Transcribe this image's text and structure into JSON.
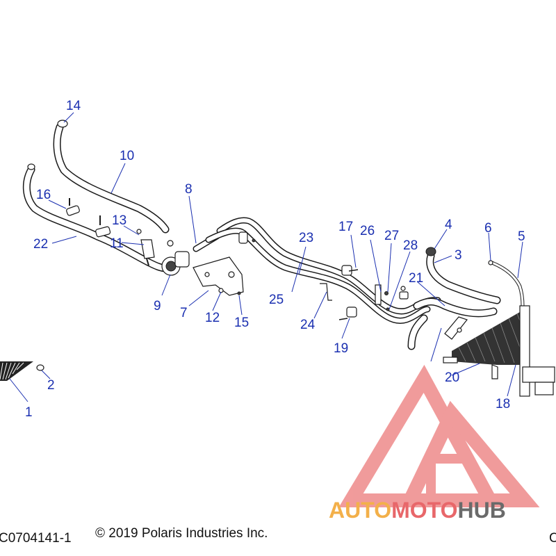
{
  "callouts": {
    "c1": "1",
    "c2": "2",
    "c3": "3",
    "c4": "4",
    "c5": "5",
    "c6": "6",
    "c7": "7",
    "c8": "8",
    "c9": "9",
    "c10": "10",
    "c11": "11",
    "c12": "12",
    "c13": "13",
    "c14": "14",
    "c15": "15",
    "c16": "16",
    "c17": "17",
    "c18": "18",
    "c19": "19",
    "c20": "20",
    "c21": "21",
    "c22": "22",
    "c23": "23",
    "c24": "24",
    "c25": "25",
    "c26": "26",
    "c27": "27",
    "c28": "28"
  },
  "footer": {
    "code": "C0704141-1",
    "copyright": "© 2019 Polaris Industries Inc.",
    "right_code": "C"
  },
  "watermark": {
    "part1": "AUTO",
    "part2": "MOTO",
    "part3": "HUB",
    "colors": {
      "auto": "#f3b04a",
      "moto": "#e8676a",
      "hub": "#6a6a6a",
      "logo": "#ee8a8a"
    }
  },
  "callout_color": "#1a2fb0"
}
